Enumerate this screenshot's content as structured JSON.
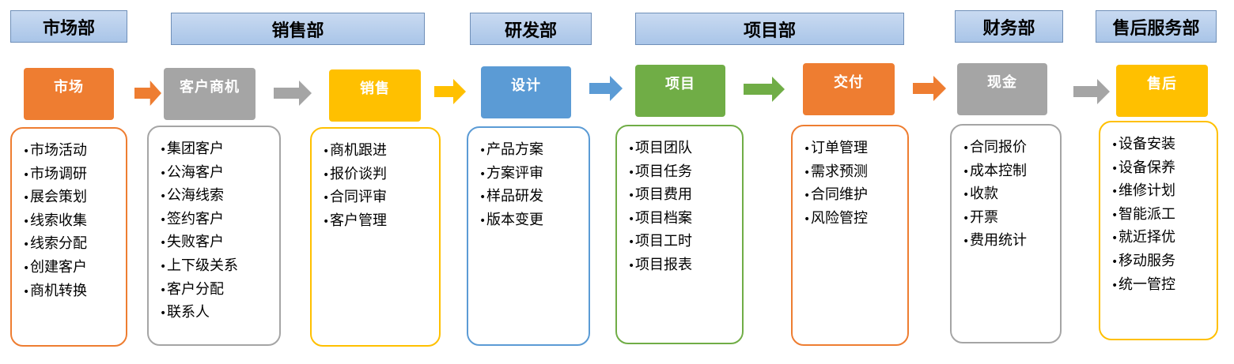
{
  "colors": {
    "orange": "#ee7d31",
    "gray": "#a5a5a5",
    "yellow": "#ffc000",
    "blue": "#5b9bd5",
    "green": "#70ad46"
  },
  "departments": [
    {
      "name": "市场部"
    },
    {
      "name": "销售部"
    },
    {
      "name": "研发部"
    },
    {
      "name": "项目部"
    },
    {
      "name": "财务部"
    },
    {
      "name": "售后服务部"
    }
  ],
  "stages": [
    {
      "name": "市场",
      "color": "#ee7d31"
    },
    {
      "name": "客户商机",
      "color": "#a5a5a5"
    },
    {
      "name": "销售",
      "color": "#ffc000"
    },
    {
      "name": "设计",
      "color": "#5b9bd5"
    },
    {
      "name": "项目",
      "color": "#70ad46"
    },
    {
      "name": "交付",
      "color": "#ee7d31"
    },
    {
      "name": "现金",
      "color": "#a5a5a5"
    },
    {
      "name": "售后",
      "color": "#ffc000"
    }
  ],
  "arrows": [
    {
      "color": "#ee7d31"
    },
    {
      "color": "#a5a5a5"
    },
    {
      "color": "#ffc000"
    },
    {
      "color": "#5b9bd5"
    },
    {
      "color": "#70ad46"
    },
    {
      "color": "#ee7d31"
    },
    {
      "color": "#a5a5a5"
    }
  ],
  "panels": [
    {
      "color": "#ee7d31",
      "items": [
        "市场活动",
        "市场调研",
        "展会策划",
        "线索收集",
        "线索分配",
        "创建客户",
        "商机转换"
      ]
    },
    {
      "color": "#a5a5a5",
      "items": [
        "集团客户",
        "公海客户",
        "公海线索",
        "签约客户",
        "失败客户",
        "上下级关系",
        "客户分配",
        "联系人"
      ]
    },
    {
      "color": "#ffc000",
      "items": [
        "商机跟进",
        "报价谈判",
        "合同评审",
        "客户管理"
      ]
    },
    {
      "color": "#5b9bd5",
      "items": [
        "产品方案",
        "方案评审",
        "样品研发",
        "版本变更"
      ]
    },
    {
      "color": "#70ad46",
      "items": [
        "项目团队",
        "项目任务",
        "项目费用",
        "项目档案",
        "项目工时",
        "项目报表"
      ]
    },
    {
      "color": "#ee7d31",
      "items": [
        "订单管理",
        "需求预测",
        "合同维护",
        "风险管控"
      ]
    },
    {
      "color": "#a5a5a5",
      "items": [
        "合同报价",
        "成本控制",
        "收款",
        "开票",
        "费用统计"
      ]
    },
    {
      "color": "#ffc000",
      "items": [
        "设备安装",
        "设备保养",
        "维修计划",
        "智能派工",
        "就近择优",
        "移动服务",
        "统一管控"
      ]
    }
  ]
}
